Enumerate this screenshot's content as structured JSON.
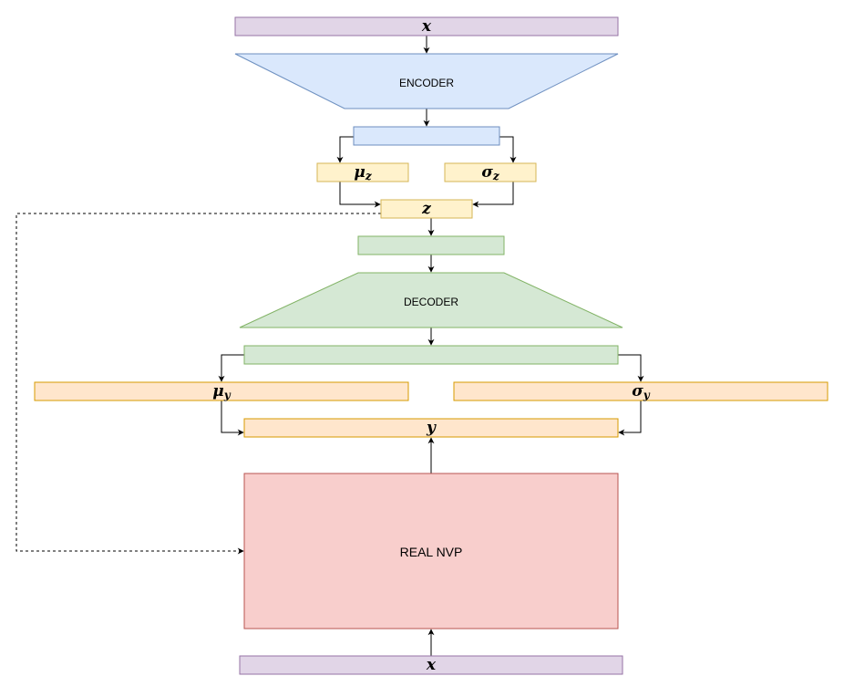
{
  "labels": {
    "input_top": "x",
    "encoder": "ENCODER",
    "mu_z_base": "μ",
    "mu_z_sub": "z",
    "sigma_z_base": "σ",
    "sigma_z_sub": "z",
    "latent": "z",
    "decoder": "DECODER",
    "mu_y_base": "μ",
    "mu_y_sub": "y",
    "sigma_y_base": "σ",
    "sigma_y_sub": "y",
    "output": "y",
    "flow": "REAL NVP",
    "input_bottom": "x"
  },
  "colors": {
    "purple_fill": "#e1d5e7",
    "purple_stroke": "#9673a6",
    "blue_fill": "#dae8fc",
    "blue_stroke": "#6c8ebf",
    "yellow_fill": "#fff2cc",
    "yellow_stroke": "#d6b656",
    "green_fill": "#d5e8d4",
    "green_stroke": "#82b366",
    "orange_fill": "#ffe6cc",
    "orange_stroke": "#d79b00",
    "red_fill": "#f8cecc",
    "red_stroke": "#b85450"
  }
}
